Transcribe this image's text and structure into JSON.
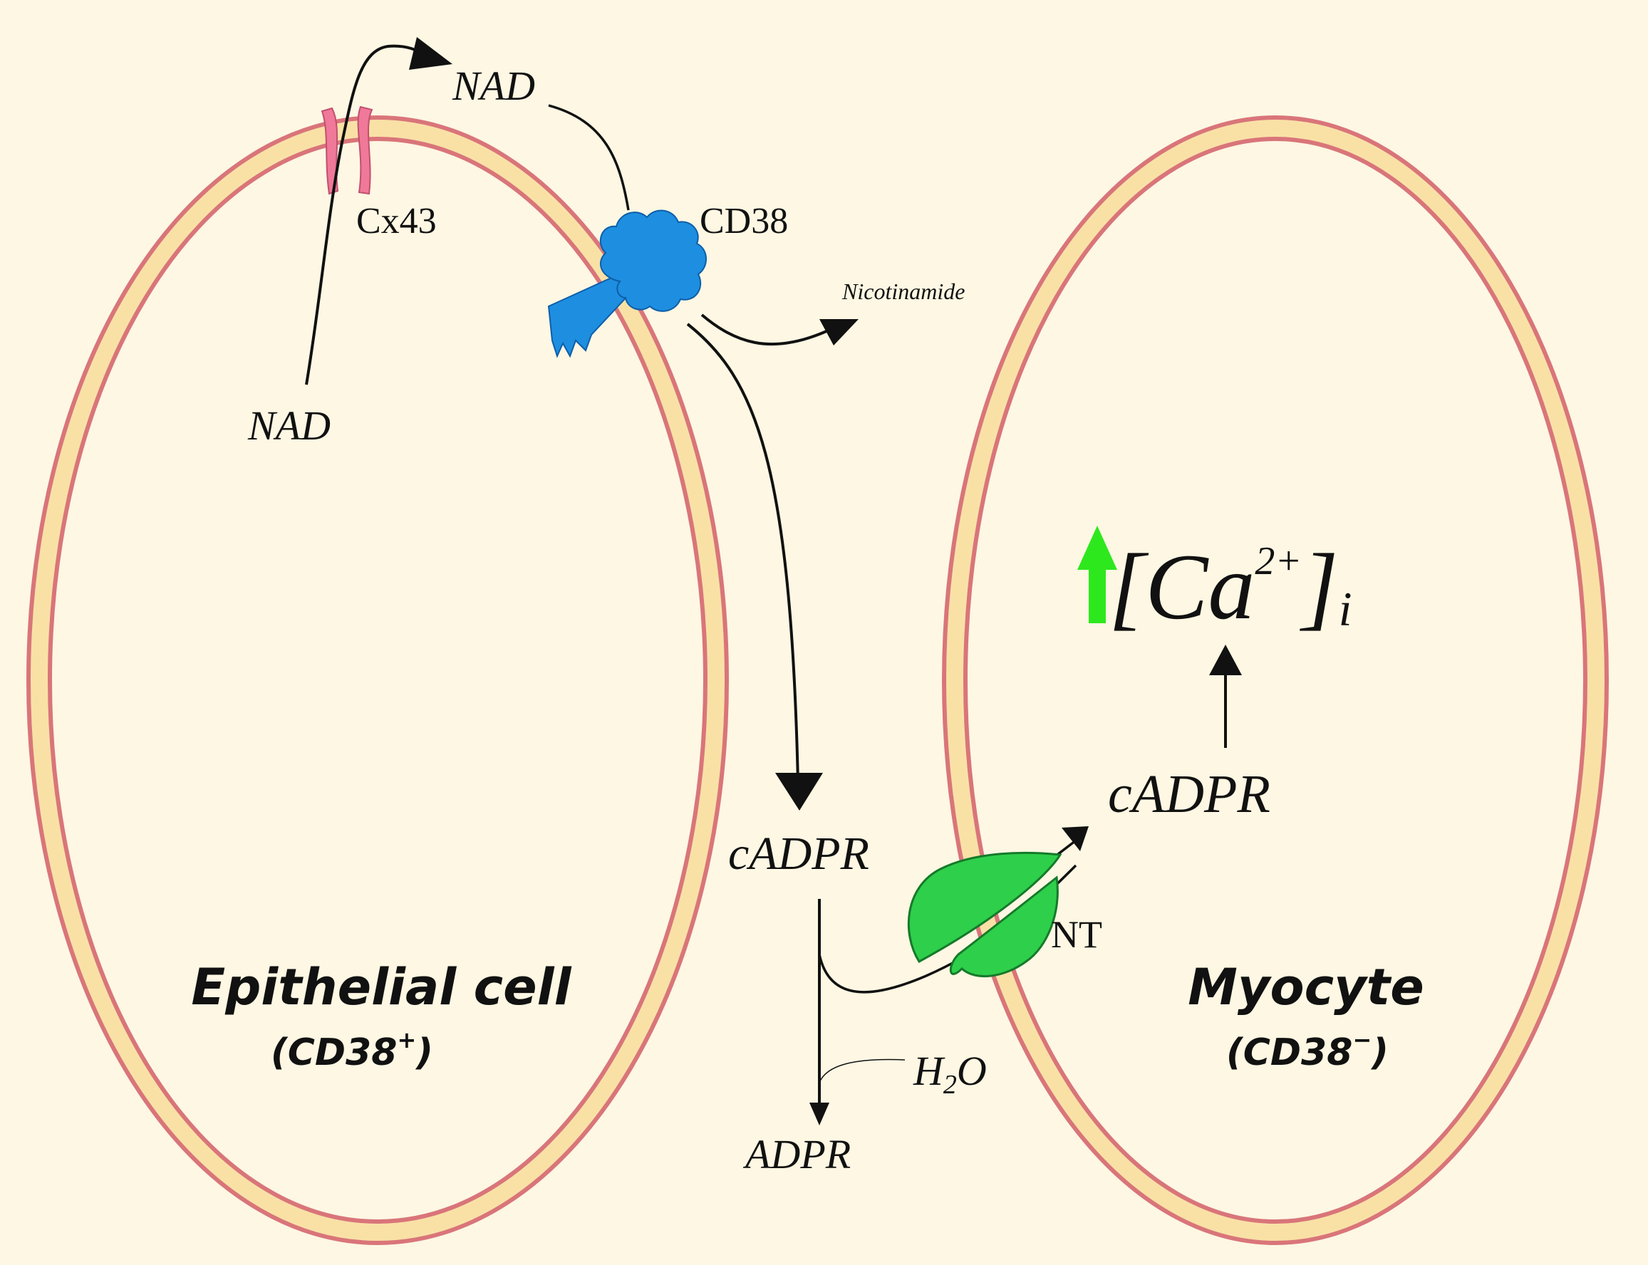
{
  "labels": {
    "nad_inside": "NAD",
    "nad_outside": "NAD",
    "cx43": "Cx43",
    "cd38": "CD38",
    "nicotinamide": "Nicotinamide",
    "cadpr_extracellular": "cADPR",
    "cadpr_intracellular": "cADPR",
    "adpr": "ADPR",
    "h2o_h": "H",
    "h2o_sub": "2",
    "h2o_o": "O",
    "nt": "NT",
    "ca_open": "[Ca",
    "ca_sup": "2+",
    "ca_close": "]",
    "ca_sub": "i"
  },
  "cells": {
    "epithelial": {
      "name": "Epithelial cell",
      "marker_open": "(CD38",
      "marker_sup": "+",
      "marker_close": ")"
    },
    "myocyte": {
      "name": "Myocyte",
      "marker_open": "(CD38",
      "marker_sup": "−",
      "marker_close": ")"
    }
  },
  "colors": {
    "background": "#fdf7e3",
    "membrane_outer": "#d9757a",
    "membrane_fill": "#f9e1a6",
    "cytoplasm": "#fdf7e3",
    "connexin": "#f07898",
    "cd38": "#1e8ee0",
    "transporter": "#2ecf4a",
    "increase_arrow": "#2ee81e",
    "arrow": "#111111"
  },
  "icons": {
    "connexin": "cx43-channel-icon",
    "cd38": "cd38-enzyme-icon",
    "transporter": "nucleoside-transporter-icon",
    "increase": "up-arrow-icon"
  }
}
